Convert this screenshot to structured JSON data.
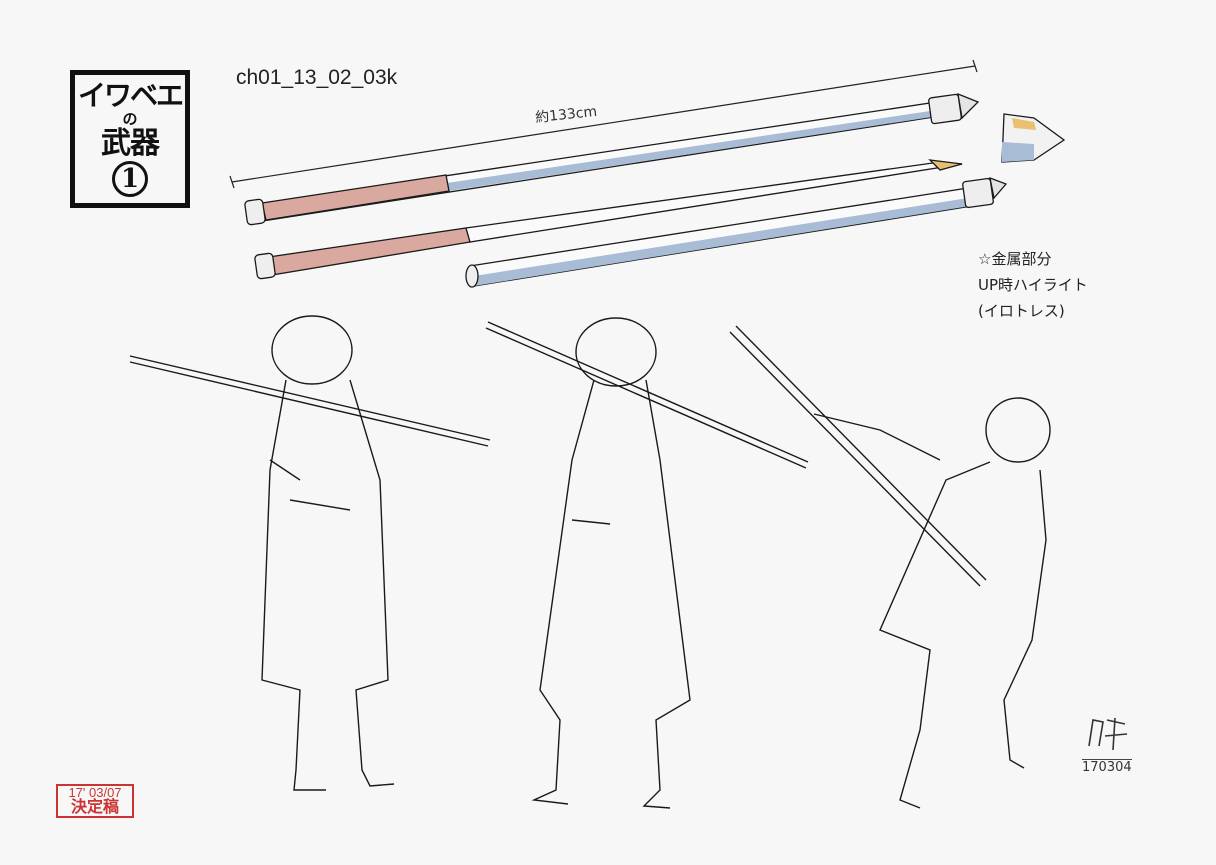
{
  "title_box": {
    "line1": "イワベエ",
    "line2": "の",
    "line3": "武器",
    "line4": "1"
  },
  "cut_code": "ch01_13_02_03k",
  "dimension_label": "約133cm",
  "note": {
    "line1": "☆金属部分",
    "line2": "UP時ハイライト",
    "line3": "(イロトレス)"
  },
  "stamp": {
    "date": "17' 03/07",
    "status": "決定稿"
  },
  "signature": {
    "number": "170304"
  },
  "colors": {
    "grip_wrap": "#d9a9a0",
    "metal_shade": "#a9bcd6",
    "blade_tip": "#e8c070",
    "line": "#1a1a1a",
    "stamp_red": "#cc3333"
  }
}
